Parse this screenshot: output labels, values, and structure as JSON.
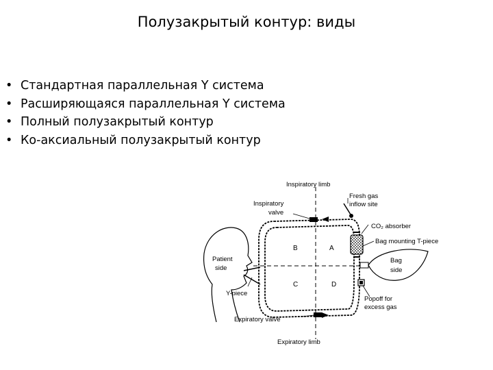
{
  "slide": {
    "title": "Полузакрытый контур: виды",
    "bullets": [
      "Стандартная параллельная Y система",
      "Расширяющаяся параллельная Y система",
      "Полный полузакрытый контур",
      "Ко-аксиальный полузакрытый контур"
    ],
    "bullet_glyph": "•"
  },
  "diagram": {
    "labels": {
      "inspiratory_limb": "Inspiratory limb",
      "fresh_gas_1": "Fresh gas",
      "fresh_gas_2": "inflow site",
      "insp_valve_1": "Inspiratory",
      "insp_valve_2": "valve",
      "co2_absorber": "CO₂ absorber",
      "bag_tpiece": "Bag mounting T-piece",
      "patient_1": "Patient",
      "patient_2": "side",
      "bag_1": "Bag",
      "bag_2": "side",
      "ypiece": "Y-piece",
      "popoff_1": "Popoff for",
      "popoff_2": "excess gas",
      "exp_valve": "Expiratory valve",
      "expiratory_limb": "Expiratory limb",
      "quad_a": "A",
      "quad_b": "B",
      "quad_c": "C",
      "quad_d": "D"
    }
  }
}
